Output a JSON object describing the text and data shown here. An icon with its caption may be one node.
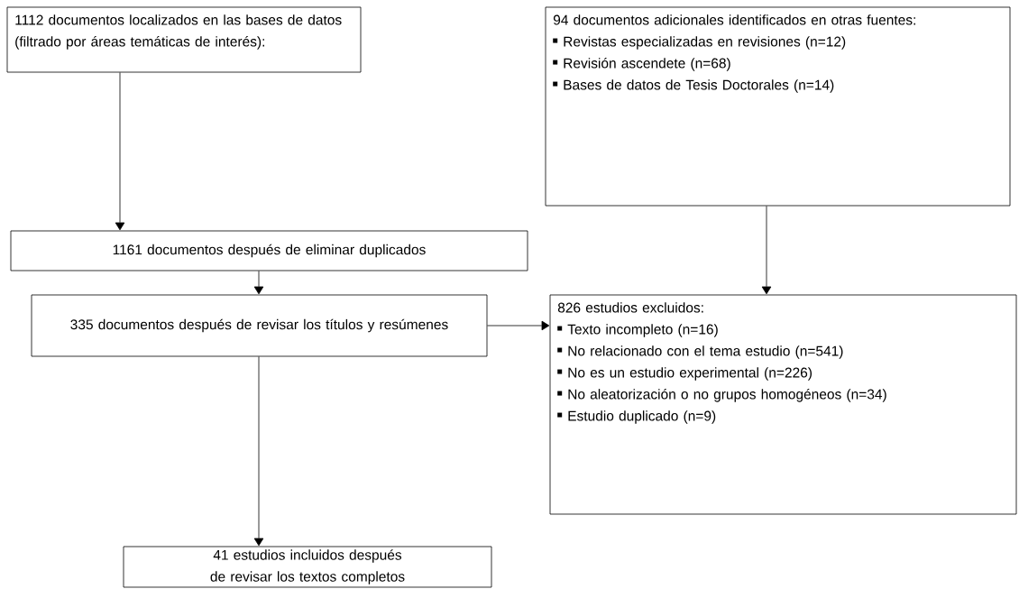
{
  "diagram": {
    "nodes": [
      {
        "text": [
          "1112 documentos localizados en las bases de datos (filtrado por áreas temáticas de interés):"
        ]
      },
      {
        "text": [
          "94 documentos adicionales identificados en otras fuentes:",
          "Revistas especializadas en revisiones (n=12)",
          "Revisión ascendete (n=68)",
          "Bases de datos de Tesis Doctorales (n=14)"
        ]
      },
      {
        "text": [
          "1161 documentos después de eliminar duplicados"
        ]
      },
      {
        "text": [
          "335 documentos después de revisar los títulos y resúmenes"
        ]
      },
      {
        "text": [
          "826 estudios excluidos:",
          "Texto incompleto (n=16)",
          "No relacionado con el tema estudio (n=541)",
          "No es un estudio experimental (n=226)",
          "No aleatorización o no grupos homogéneos (n=34)",
          "Estudio duplicado (n=9)"
        ]
      },
      {
        "text": [
          "41 estudios incluidos después de revisar los textos completos"
        ]
      }
    ],
    "edges": [
      {
        "from": 0,
        "to": 2,
        "arrow": "to"
      },
      {
        "from": 2,
        "to": 3,
        "arrow": "to"
      },
      {
        "from": 3,
        "to": 4,
        "arrow": "to"
      },
      {
        "from": 1,
        "to": 4,
        "arrow": "to"
      },
      {
        "from": 3,
        "to": 5,
        "arrow": "to"
      }
    ]
  }
}
